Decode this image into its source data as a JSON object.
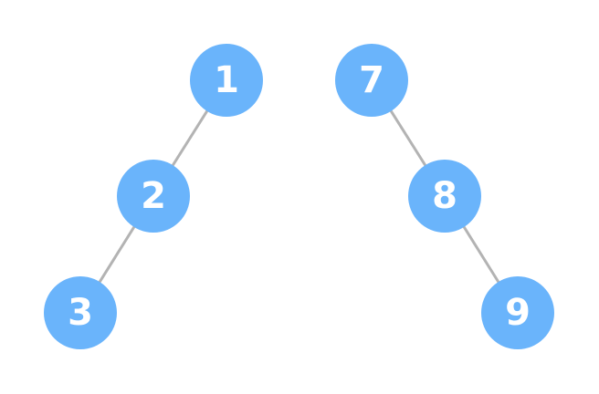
{
  "diagram": {
    "type": "binary-trees",
    "colors": {
      "node_fill": "#6ab4fb",
      "node_text": "#ffffff",
      "edge": "#b3b3b3",
      "background": "#ffffff"
    },
    "trees": [
      {
        "name": "left-skewed-tree",
        "nodes": [
          {
            "id": "n1",
            "label": "1"
          },
          {
            "id": "n2",
            "label": "2"
          },
          {
            "id": "n3",
            "label": "3"
          }
        ],
        "edges": [
          {
            "from": "n1",
            "to": "n2"
          },
          {
            "from": "n2",
            "to": "n3"
          }
        ]
      },
      {
        "name": "right-skewed-tree",
        "nodes": [
          {
            "id": "n7",
            "label": "7"
          },
          {
            "id": "n8",
            "label": "8"
          },
          {
            "id": "n9",
            "label": "9"
          }
        ],
        "edges": [
          {
            "from": "n7",
            "to": "n8"
          },
          {
            "from": "n8",
            "to": "n9"
          }
        ]
      }
    ]
  }
}
